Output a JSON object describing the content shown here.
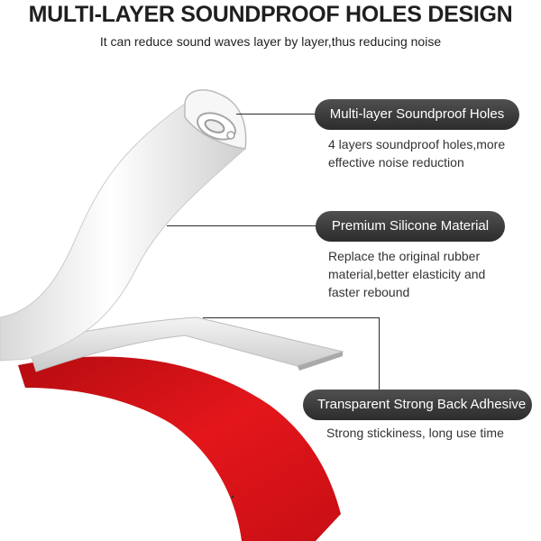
{
  "header": {
    "title": "MULTI-LAYER SOUNDPROOF HOLES DESIGN",
    "subtitle": "It can reduce sound waves layer by layer,thus reducing noise"
  },
  "features": [
    {
      "label": "Multi-layer Soundproof Holes",
      "description": [
        "4 layers soundproof holes,more",
        "effective noise reduction"
      ]
    },
    {
      "label": "Premium Silicone  Material",
      "description": [
        "Replace the original rubber",
        "material,better elasticity and",
        "faster rebound"
      ]
    },
    {
      "label": "Transparent Strong Back Adhesive",
      "description": [
        "Strong stickiness, long use time"
      ]
    }
  ],
  "colors": {
    "label_background": "#3a3a3a",
    "adhesive_red": "#e3161b",
    "silicone_white": "#f2f2f2"
  }
}
